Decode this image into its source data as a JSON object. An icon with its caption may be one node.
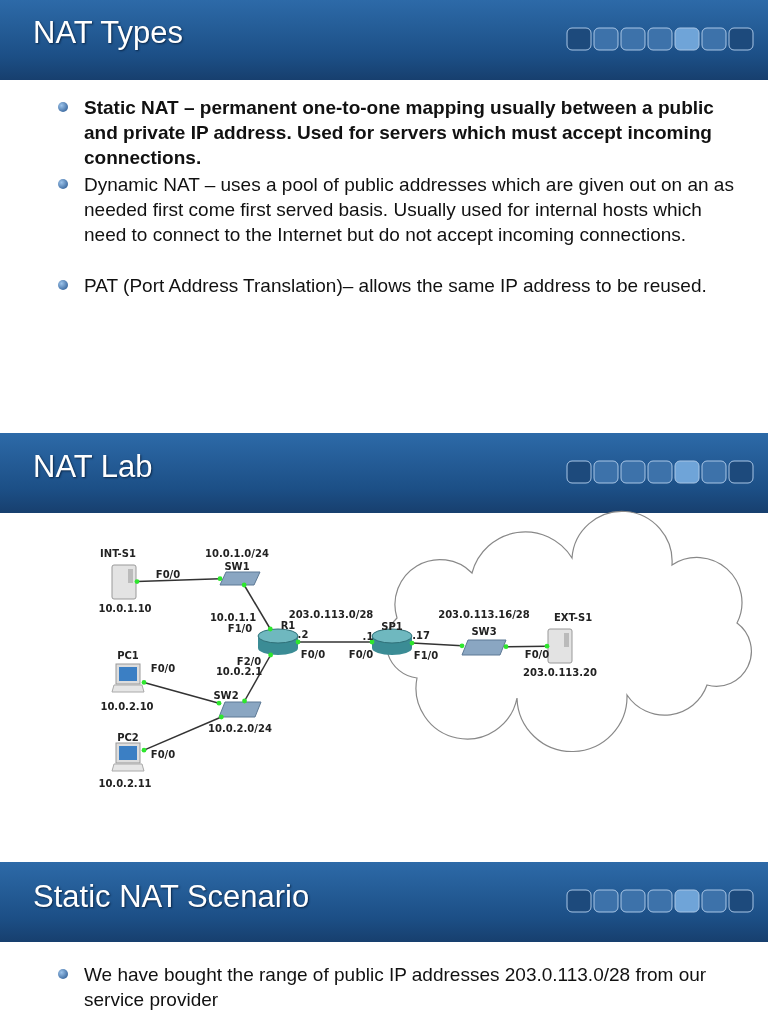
{
  "diagram": {
    "nodes": [
      {
        "text": [
          "INT-S1"
        ],
        "beside": [
          "10.0.1.10"
        ]
      },
      {
        "text": [
          "SW1"
        ],
        "beside": [
          "10.0.1.0/24"
        ]
      },
      {
        "text": [
          "R1"
        ]
      },
      {
        "text": [
          "PC1"
        ],
        "beside": [
          "10.0.2.10"
        ]
      },
      {
        "text": [
          "SW2"
        ],
        "beside": [
          "10.0.2.0/24"
        ]
      },
      {
        "text": [
          "PC2"
        ],
        "beside": [
          "10.0.2.11"
        ]
      },
      {
        "text": [],
        "shape": "cloud"
      },
      {
        "text": [
          "SP1"
        ],
        "in": 6
      },
      {
        "text": [
          "SW3"
        ],
        "in": 6,
        "beside": [
          "203.0.113.16/28"
        ]
      },
      {
        "text": [
          "EXT-S1"
        ],
        "in": 6,
        "beside": [
          "203.0.113.20"
        ]
      }
    ],
    "edges": [
      {
        "from": 0,
        "to": 1,
        "arrow": "other"
      },
      {
        "from": 1,
        "to": 2,
        "arrow": "other"
      },
      {
        "from": 3,
        "to": 4,
        "arrow": "other"
      },
      {
        "from": 2,
        "to": 4,
        "arrow": "other"
      },
      {
        "from": 5,
        "to": 4,
        "arrow": "other"
      },
      {
        "from": 2,
        "to": 7,
        "arrow": "other",
        "label": "203.0.113.0/28"
      },
      {
        "from": 7,
        "to": 8,
        "arrow": "other"
      },
      {
        "from": 8,
        "to": 9,
        "arrow": "other"
      }
    ],
    "labels": [
      "NAT Types",
      "Static NAT – permanent one-to-one mapping usually between a public and private IP address. Used for servers which must accept incoming connections.",
      "Dynamic NAT – uses a pool of public addresses which are given out on an as needed first come first served basis. Usually used for internal hosts which need to connect to the Internet but do not accept incoming connections.",
      "PAT (Port Address Translation)– allows the same IP address to be reused.",
      "NAT Lab",
      "F0/0",
      "10.0.1.1",
      "F1/0",
      ".2",
      "F0/0",
      ".1",
      "F0/0",
      ".17",
      "F1/0",
      "F0/0",
      "F2/0",
      "10.0.2.1",
      "F0/0",
      "F0/0",
      "Static NAT Scenario",
      "We have bought the range of public IP addresses 203.0.113.0/28 from our service provider"
    ]
  }
}
